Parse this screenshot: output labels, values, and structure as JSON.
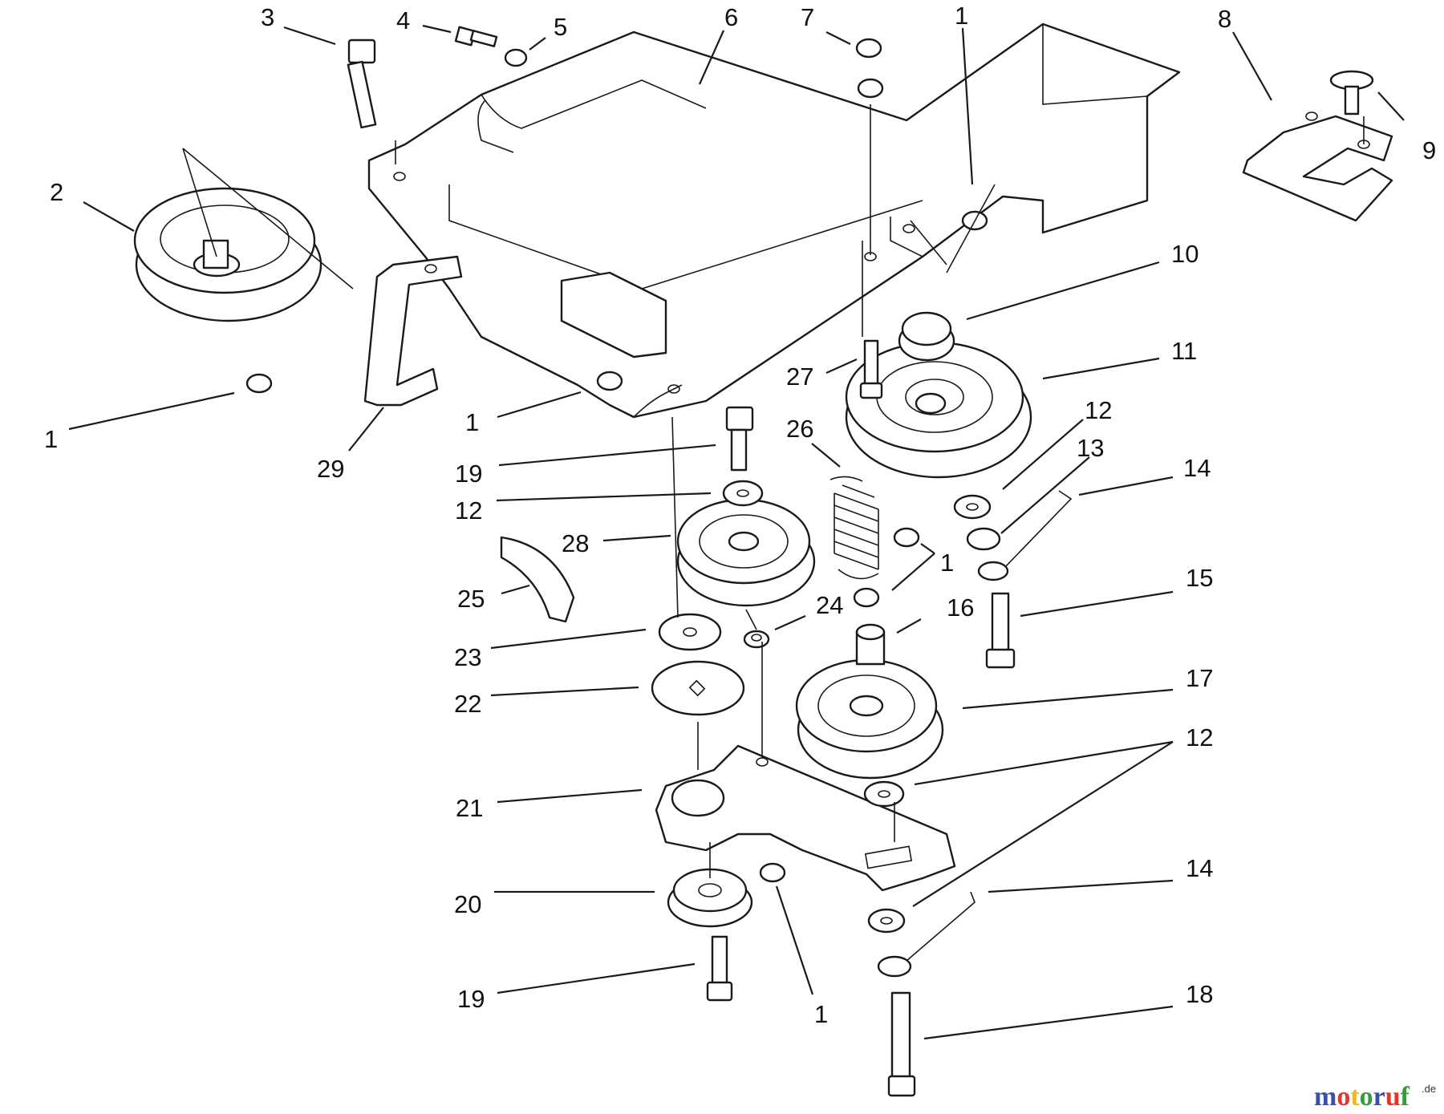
{
  "callouts": [
    {
      "id": "c3",
      "text": "3"
    },
    {
      "id": "c4",
      "text": "4"
    },
    {
      "id": "c5",
      "text": "5"
    },
    {
      "id": "c6",
      "text": "6"
    },
    {
      "id": "c7",
      "text": "7"
    },
    {
      "id": "c1-top",
      "text": "1"
    },
    {
      "id": "c8",
      "text": "8"
    },
    {
      "id": "c9",
      "text": "9"
    },
    {
      "id": "c2",
      "text": "2"
    },
    {
      "id": "c10",
      "text": "10"
    },
    {
      "id": "c11",
      "text": "11"
    },
    {
      "id": "c27",
      "text": "27"
    },
    {
      "id": "c1-left",
      "text": "1"
    },
    {
      "id": "c29",
      "text": "29"
    },
    {
      "id": "c1-mid",
      "text": "1"
    },
    {
      "id": "c26",
      "text": "26"
    },
    {
      "id": "c12-a",
      "text": "12"
    },
    {
      "id": "c13",
      "text": "13"
    },
    {
      "id": "c14-a",
      "text": "14"
    },
    {
      "id": "c19-a",
      "text": "19"
    },
    {
      "id": "c12-b",
      "text": "12"
    },
    {
      "id": "c28",
      "text": "28"
    },
    {
      "id": "c1-spring",
      "text": "1"
    },
    {
      "id": "c15",
      "text": "15"
    },
    {
      "id": "c25",
      "text": "25"
    },
    {
      "id": "c24",
      "text": "24"
    },
    {
      "id": "c16",
      "text": "16"
    },
    {
      "id": "c23",
      "text": "23"
    },
    {
      "id": "c17",
      "text": "17"
    },
    {
      "id": "c22",
      "text": "22"
    },
    {
      "id": "c12-c",
      "text": "12"
    },
    {
      "id": "c21",
      "text": "21"
    },
    {
      "id": "c14-b",
      "text": "14"
    },
    {
      "id": "c20",
      "text": "20"
    },
    {
      "id": "c19-b",
      "text": "19"
    },
    {
      "id": "c1-bottom",
      "text": "1"
    },
    {
      "id": "c18",
      "text": "18"
    }
  ],
  "watermark": {
    "brand": "motoruf",
    "tld": ".de",
    "colors": [
      "#3a4fa8",
      "#e0362c",
      "#f2b51d",
      "#3a9a3f",
      "#3a4fa8",
      "#e0362c",
      "#3a9a3f"
    ]
  }
}
